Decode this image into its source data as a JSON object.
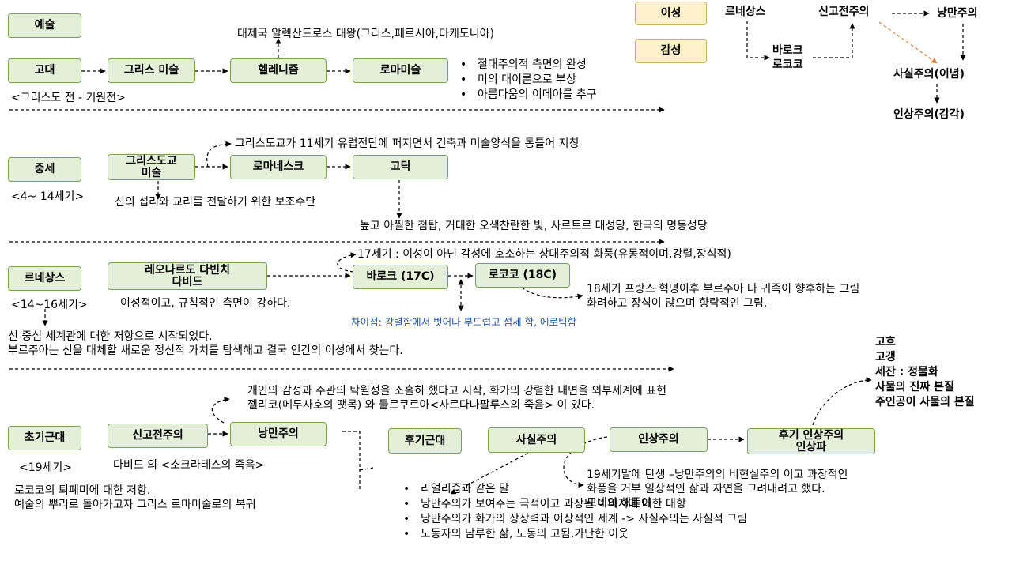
{
  "legend": {
    "reason": "이성",
    "emotion": "감성"
  },
  "flow_chart": {
    "renaissance": "르네상스",
    "baroque_rococo": "바로크\n로코코",
    "neoclassicism": "신고전주의",
    "romanticism": "낭만주의",
    "realism": "사실주의(이념)",
    "impressionism": "인상주의(감각)"
  },
  "sections": {
    "art": "예술",
    "ancient": {
      "label": "고대",
      "period": "<그리스도 전 - 기원전>",
      "greek_art": "그리스 미술",
      "hellenism": "헬레니즘",
      "roman_art": "로마미술",
      "hellenism_note": "대제국 알렉산드로스 대왕(그리스,페르시아,마케도니아)",
      "bullets": [
        "절대주의적 측면의 완성",
        "미의 대이론으로 부상",
        "아름다움의 이데아를 추구"
      ]
    },
    "medieval": {
      "label": "중세",
      "period": "<4~ 14세기>",
      "christian_art": "그리스도교\n미술",
      "romanesque": "로마네스크",
      "gothic": "고딕",
      "christian_note": "그리스도교가 11세기 유럽전단에 퍼지면서 건축과 미술양식을 통틀어 지칭",
      "christian_purpose": "신의 섭리와 교리를 전달하기 위한 보조수단",
      "gothic_note": "높고 아찔한 첨탑, 거대한 오색찬란한 빛, 사르트르 대성당, 한국의 명동성당"
    },
    "renaissance": {
      "label": "르네상스",
      "period": "<14~16세기>",
      "artists": "레오나르도 다빈치\n다비드",
      "artists_note": "이성적이고, 규칙적인 측면이 강하다.",
      "baroque": "바로크 (17C)",
      "rococo": "로코코 (18C)",
      "baroque_note": "17세기 : 이성이 아닌 감성에 호소하는 상대주의적 화풍(유동적이며,강렬,장식적)",
      "rococo_note": "18세기 프랑스 혁명이후 부르주아 나 귀족이 향후하는 그림\n화려하고 장식이 많으며 향락적인 그림.",
      "difference": "차이점: 강렬함에서 벗어나 부드럽고 섬세 함, 에로틱함",
      "summary": "신 중심 세계관에 대한 저항으로 시작되었다.\n부르주아는 신을 대체할 새로운 정신적 가치를 탐색해고 결국 인간의 이성에서 찾는다."
    },
    "early_modern": {
      "label": "초기근대",
      "period": "<19세기>",
      "neoclassicism": "신고전주의",
      "romanticism": "낭만주의",
      "romanticism_note": "개인의 감성과 주관의 탁월성을 소홀히 했다고 시작, 화가의 강렬한 내면을 외부세계에 표현\n젤리코(메두사호의 땟목) 와 들르쿠르아<사르다나팔루스의 죽음> 이 있다.",
      "neoclassicism_note": "다비드 의 <소크라테스의 죽음>",
      "summary": "로코코의 퇴폐미에 대한 저항.\n예술의 뿌리로 돌아가고자 그리스 로마미술로의 복귀"
    },
    "late_modern": {
      "label": "후기근대",
      "realism": "사실주의",
      "impressionism": "인상주의",
      "post_impressionism": "후기 인상주의\n인상파",
      "artists": "고흐\n고갱\n세잔 : 정물화\n사물의 진짜 본질\n주인공이 사물의 본질",
      "impressionism_note": "19세기말에 탄생 –낭만주의의 비현실주의 이고 과장적인\n화풍을 거부 일상적인 삶과 자연을 그려내려고 했다.\n모네의 해돋이",
      "realism_bullets": [
        "리얼리즘과 같은 말",
        "낭만주의가 보여주는 극적이고 과장된 이미지에 대한 대항",
        "낭만주의가 화가의 상상력과 이상적인 세계 -> 사실주의는 사실적 그림",
        "노동자의 남루한 삶, 노동의 고됨,가난한 이웃"
      ]
    }
  },
  "colors": {
    "box_fill": "#e3efd9",
    "box_border": "#7aa05a",
    "legend_fill": "#fdf1cc",
    "accent_arrow": "#d9823b",
    "note_blue": "#2456a4"
  }
}
